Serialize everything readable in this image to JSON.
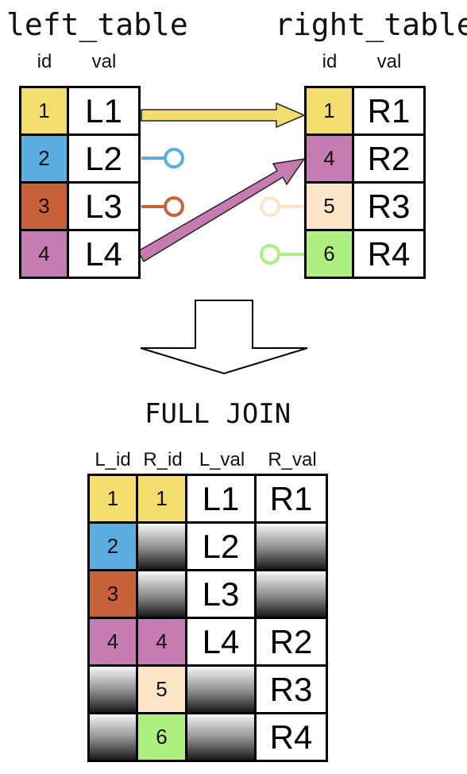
{
  "colors": {
    "yellow": "#f3dd6d",
    "blue": "#5aaee0",
    "orange": "#c8623a",
    "purple": "#c77cb1",
    "peach": "#fbe5c6",
    "green": "#aef07f"
  },
  "left_table": {
    "title": "left_table",
    "headers": {
      "id": "id",
      "val": "val"
    },
    "rows": [
      {
        "id": "1",
        "val": "L1",
        "color": "yellow"
      },
      {
        "id": "2",
        "val": "L2",
        "color": "blue"
      },
      {
        "id": "3",
        "val": "L3",
        "color": "orange"
      },
      {
        "id": "4",
        "val": "L4",
        "color": "purple"
      }
    ]
  },
  "right_table": {
    "title": "right_table",
    "headers": {
      "id": "id",
      "val": "val"
    },
    "rows": [
      {
        "id": "1",
        "val": "R1",
        "color": "yellow"
      },
      {
        "id": "4",
        "val": "R2",
        "color": "purple"
      },
      {
        "id": "5",
        "val": "R3",
        "color": "peach"
      },
      {
        "id": "6",
        "val": "R4",
        "color": "green"
      }
    ]
  },
  "operation": "FULL JOIN",
  "result_table": {
    "headers": {
      "l_id": "L_id",
      "r_id": "R_id",
      "l_val": "L_val",
      "r_val": "R_val"
    },
    "rows": [
      {
        "l_id": "1",
        "l_color": "yellow",
        "r_id": "1",
        "r_color": "yellow",
        "l_val": "L1",
        "r_val": "R1"
      },
      {
        "l_id": "2",
        "l_color": "blue",
        "r_id": null,
        "r_color": null,
        "l_val": "L2",
        "r_val": null
      },
      {
        "l_id": "3",
        "l_color": "orange",
        "r_id": null,
        "r_color": null,
        "l_val": "L3",
        "r_val": null
      },
      {
        "l_id": "4",
        "l_color": "purple",
        "r_id": "4",
        "r_color": "purple",
        "l_val": "L4",
        "r_val": "R2"
      },
      {
        "l_id": null,
        "l_color": null,
        "r_id": "5",
        "r_color": "peach",
        "l_val": null,
        "r_val": "R3"
      },
      {
        "l_id": null,
        "l_color": null,
        "r_id": "6",
        "r_color": "green",
        "l_val": null,
        "r_val": "R4"
      }
    ]
  }
}
